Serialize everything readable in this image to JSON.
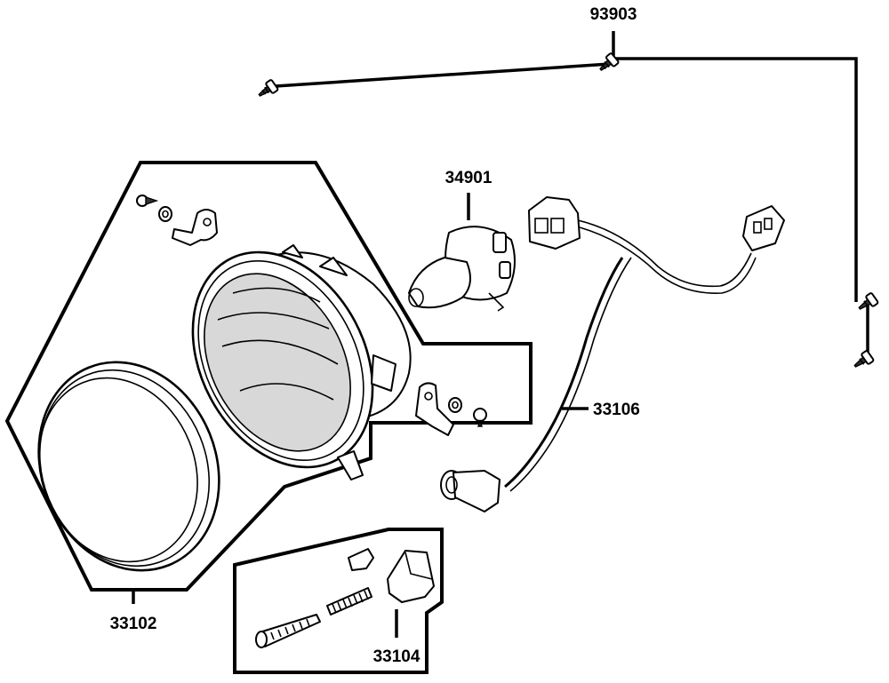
{
  "labels": {
    "screw_bracket": "93903",
    "bulb": "34901",
    "harness": "33106",
    "headlight_unit": "33102",
    "adjuster_kit": "33104"
  }
}
